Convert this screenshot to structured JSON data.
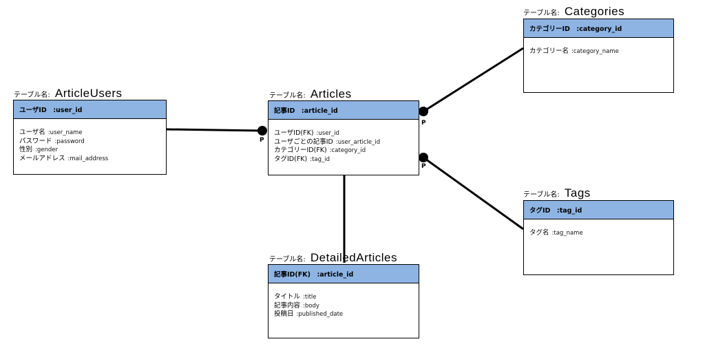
{
  "tables": {
    "article_users": {
      "prefix": "テーブル名:",
      "name": "ArticleUsers",
      "pk": "ユーザID　:user_id",
      "fields": [
        {
          "jp": "ユーザ名",
          "en": ":user_name"
        },
        {
          "jp": "パスワード",
          "en": ":password"
        },
        {
          "jp": "性別",
          "en": ":gender"
        },
        {
          "jp": "メールアドレス",
          "en": ":mail_address"
        }
      ]
    },
    "articles": {
      "prefix": "テーブル名:",
      "name": "Articles",
      "pk": "記事ID　:article_id",
      "fields": [
        {
          "jp": "ユーザID(FK)",
          "en": ":user_id"
        },
        {
          "jp": "ユーザごとの記事ID",
          "en": ":user_article_id"
        },
        {
          "jp": "カテゴリーID(FK)",
          "en": ":category_id"
        },
        {
          "jp": "タグID(FK)",
          "en": ":tag_id"
        }
      ]
    },
    "categories": {
      "prefix": "テーブル名:",
      "name": "Categories",
      "pk": "カテゴリーID　:category_id",
      "fields": [
        {
          "jp": "カテゴリー名",
          "en": ":category_name"
        }
      ]
    },
    "tags": {
      "prefix": "テーブル名:",
      "name": "Tags",
      "pk": "タグID　:tag_id",
      "fields": [
        {
          "jp": "タグ名",
          "en": ":tag_name"
        }
      ]
    },
    "detailed_articles": {
      "prefix": "テーブル名:",
      "name": "DetailedArticles",
      "pk": "記事ID(FK)　:article_id",
      "fields": [
        {
          "jp": "タイトル",
          "en": ":title"
        },
        {
          "jp": "記事内容",
          "en": ":body"
        },
        {
          "jp": "投稿日",
          "en": ":published_date"
        }
      ]
    }
  },
  "relationship_labels": {
    "users_articles": "P",
    "articles_categories": "P",
    "articles_tags": "P"
  },
  "colors": {
    "header_fill": "#8eb4e3",
    "line": "#000000"
  }
}
